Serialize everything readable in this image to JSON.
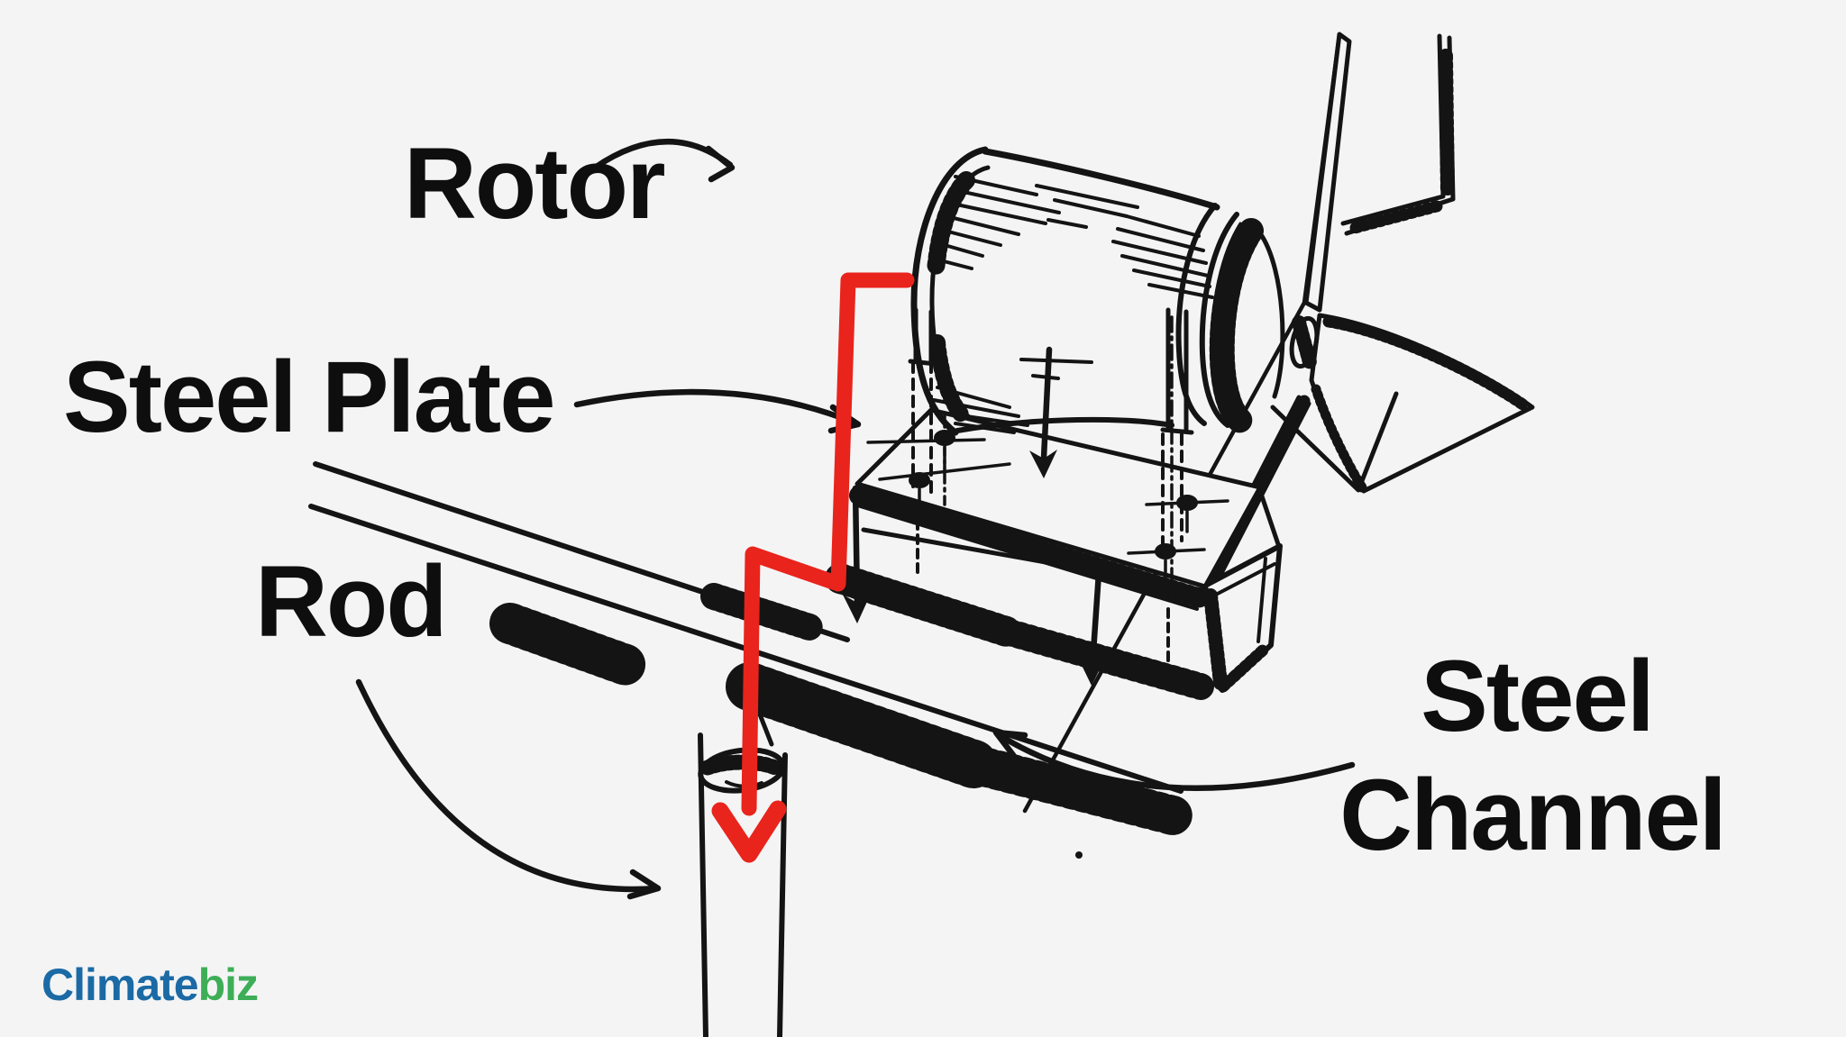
{
  "figure": {
    "type": "diagram",
    "subject": "Hand-drawn sketch of a wind turbine generator (rotor) bolted to a steel plate on a steel channel, mounted on a rod",
    "parts": [
      "Rotor",
      "Steel Plate",
      "Rod",
      "Steel Channel"
    ]
  },
  "labels": {
    "rotor": "Rotor",
    "steel_plate": "Steel Plate",
    "rod": "Rod",
    "steel_channel_line1": "Steel",
    "steel_channel_line2": "Channel"
  },
  "logo": {
    "brand_part1": "Climate",
    "brand_part2": "biz"
  },
  "colors": {
    "background": "#f4f4f5",
    "ink": "#141414",
    "arrow_red": "#e9241c",
    "logo_blue": "#1b6aa5",
    "logo_green": "#3dae57"
  },
  "icons": {
    "rotor_pointer": "curved-arrow-icon",
    "steel_plate_pointer": "curved-arrow-icon",
    "rod_pointer": "curved-arrow-icon",
    "steel_channel_pointer": "curved-arrow-icon",
    "load_path": "red-zigzag-down-arrow-icon",
    "force_arrows": "down-arrow-icon"
  }
}
